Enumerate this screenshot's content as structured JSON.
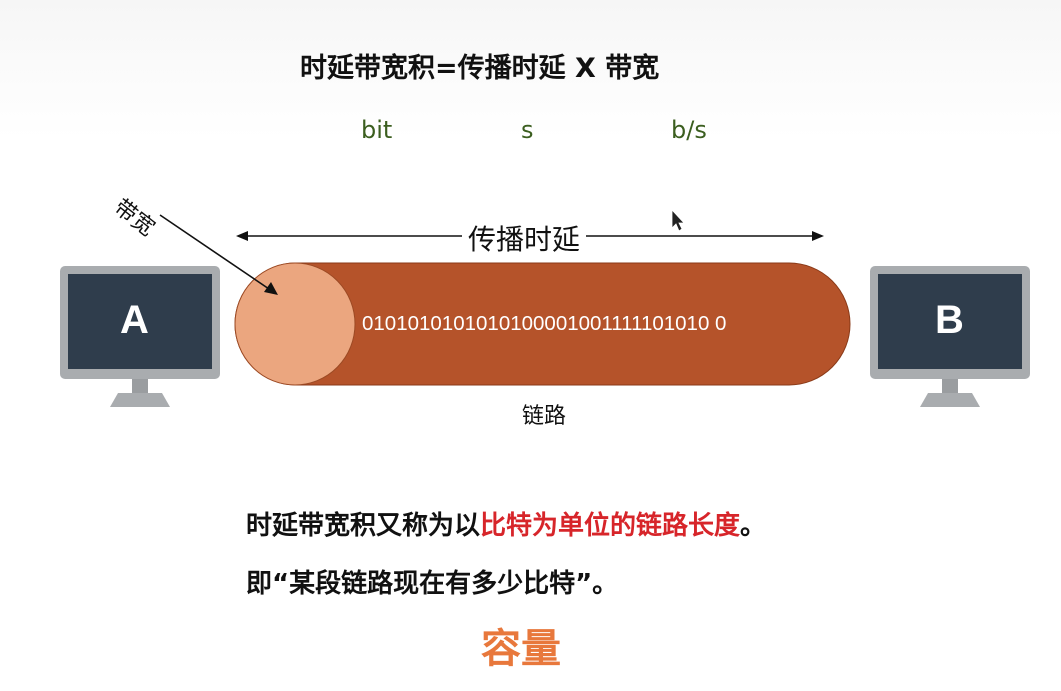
{
  "formula": "时延带宽积=传播时延 X 带宽",
  "units": {
    "bit": "bit",
    "s": "s",
    "bps": "b/s"
  },
  "diagram": {
    "host_a": "A",
    "host_b": "B",
    "bandwidth_label": "带宽",
    "delay_label": "传播时延",
    "link_label": "链路",
    "bits": "0101010101010100001001111101010 0",
    "colors": {
      "pipe": "#b5532a",
      "pipe_end": "#eba67f",
      "monitor_screen": "#2f3d4c",
      "monitor_frame": "#a9acaf"
    }
  },
  "text": {
    "line1_prefix": "时延带宽积又称为以",
    "line1_highlight": "比特为单位的链路长度",
    "line1_suffix": "。",
    "line2": "即“某段链路现在有多少比特”。",
    "capacity": "容量"
  }
}
